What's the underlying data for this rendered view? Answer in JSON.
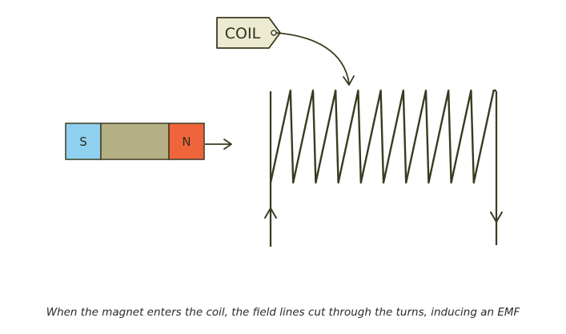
{
  "colors": {
    "stroke": "#3a3a22",
    "south_pole": "#8fd0f0",
    "magnet_body": "#b5b084",
    "north_pole": "#f0643c",
    "tag_fill": "#ecebd2"
  },
  "coil_tag": {
    "label": "COIL"
  },
  "magnet": {
    "south_label": "S",
    "north_label": "N"
  },
  "caption": "When the magnet enters the coil, the field lines cut through the turns, inducing an EMF"
}
